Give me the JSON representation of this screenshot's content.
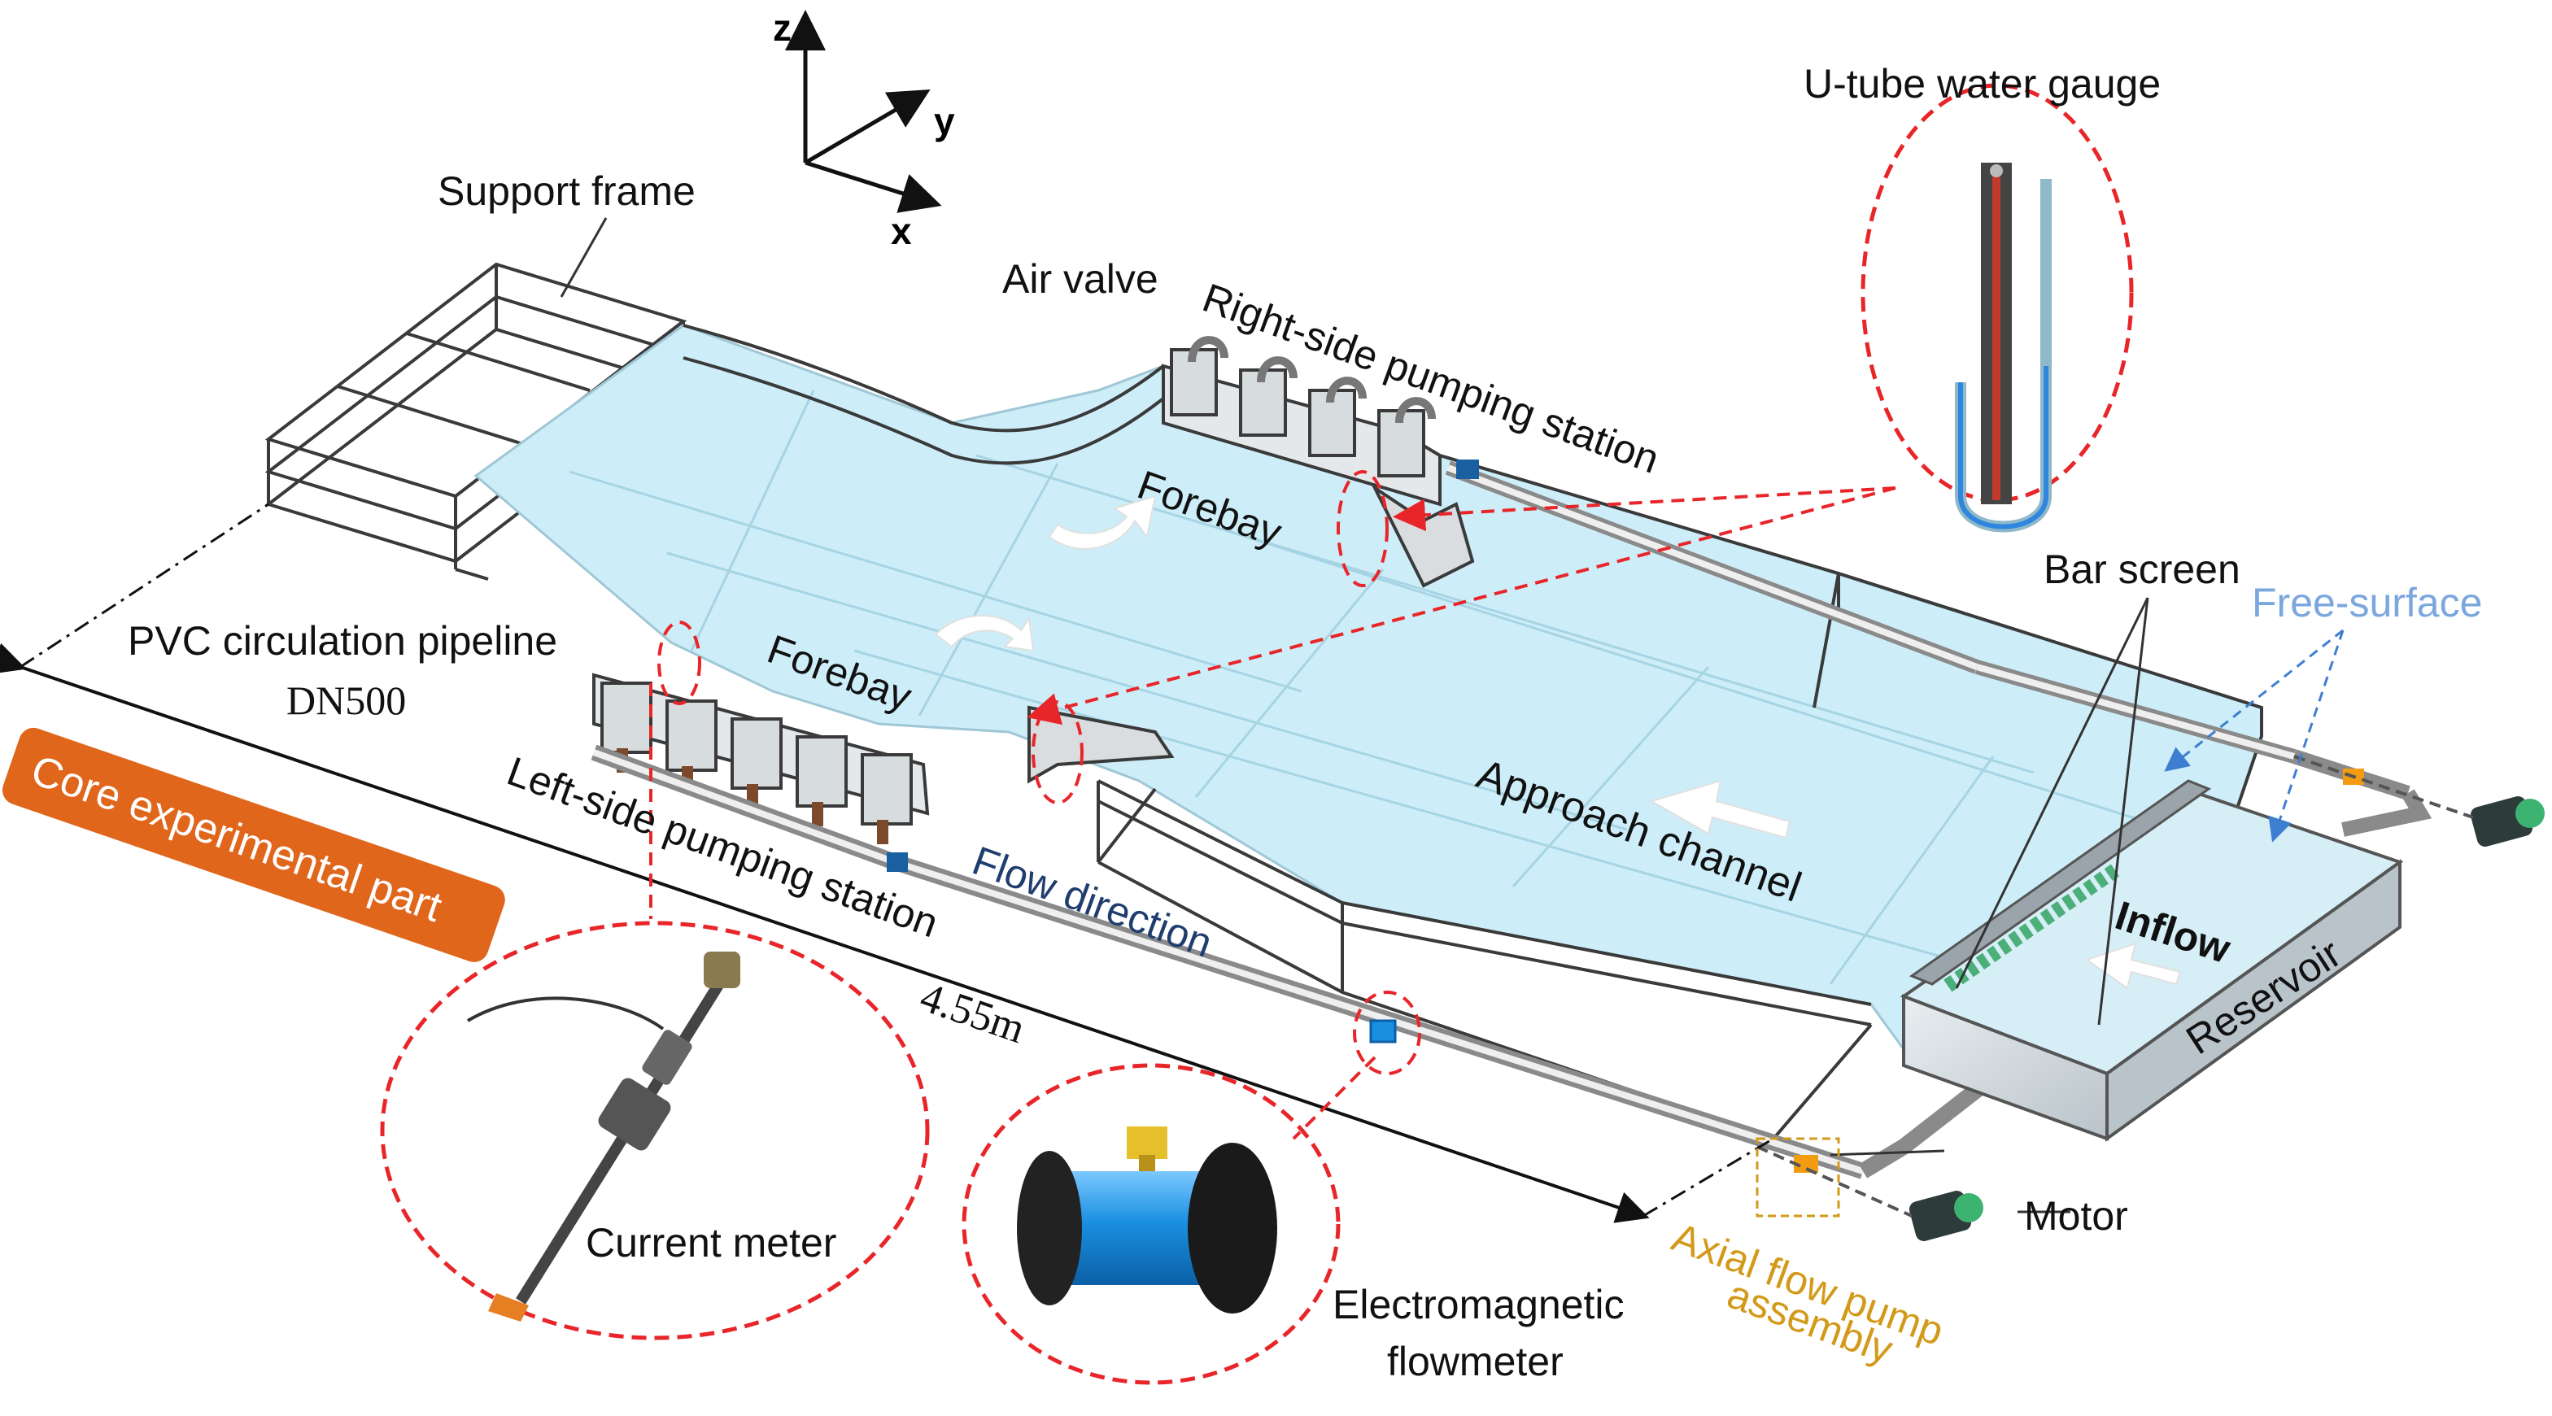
{
  "axes": {
    "z": "z",
    "y": "y",
    "x": "x"
  },
  "labels": {
    "support_frame": "Support frame",
    "air_valve": "Air valve",
    "right_station": "Right-side pumping station",
    "forebay_right": "Forebay",
    "forebay_left": "Forebay",
    "u_tube": "U-tube water gauge",
    "bar_screen": "Bar screen",
    "free_surface": "Free-surface",
    "pvc_pipeline": "PVC circulation pipeline",
    "dn500": "DN500",
    "core_part": "Core experimental part",
    "left_station": "Left-side pumping station",
    "flow_direction": "Flow direction",
    "approach_channel": "Approach channel",
    "inflow": "Inflow",
    "reservoir": "Reservoir",
    "length": "4.55m",
    "current_meter": "Current meter",
    "em_flowmeter_1": "Electromagnetic",
    "em_flowmeter_2": "flowmeter",
    "axial_pump_1": "Axial flow pump",
    "axial_pump_2": "assembly",
    "motor": "Motor"
  },
  "colors": {
    "water": "#cdeef8",
    "frame": "#3a3a3a",
    "dashed_red": "#e8262a",
    "core_badge": "#e0661c",
    "free_surface": "#7aa7dd",
    "flow_direction": "#1f3d6e",
    "axial_pump": "#d39a1a",
    "flowmeter_blue": "#1a8fe0"
  },
  "icons": [
    "u-tube-gauge-icon",
    "current-meter-icon",
    "electromagnetic-flowmeter-icon",
    "motor-icon",
    "flow-arrow-icon"
  ]
}
